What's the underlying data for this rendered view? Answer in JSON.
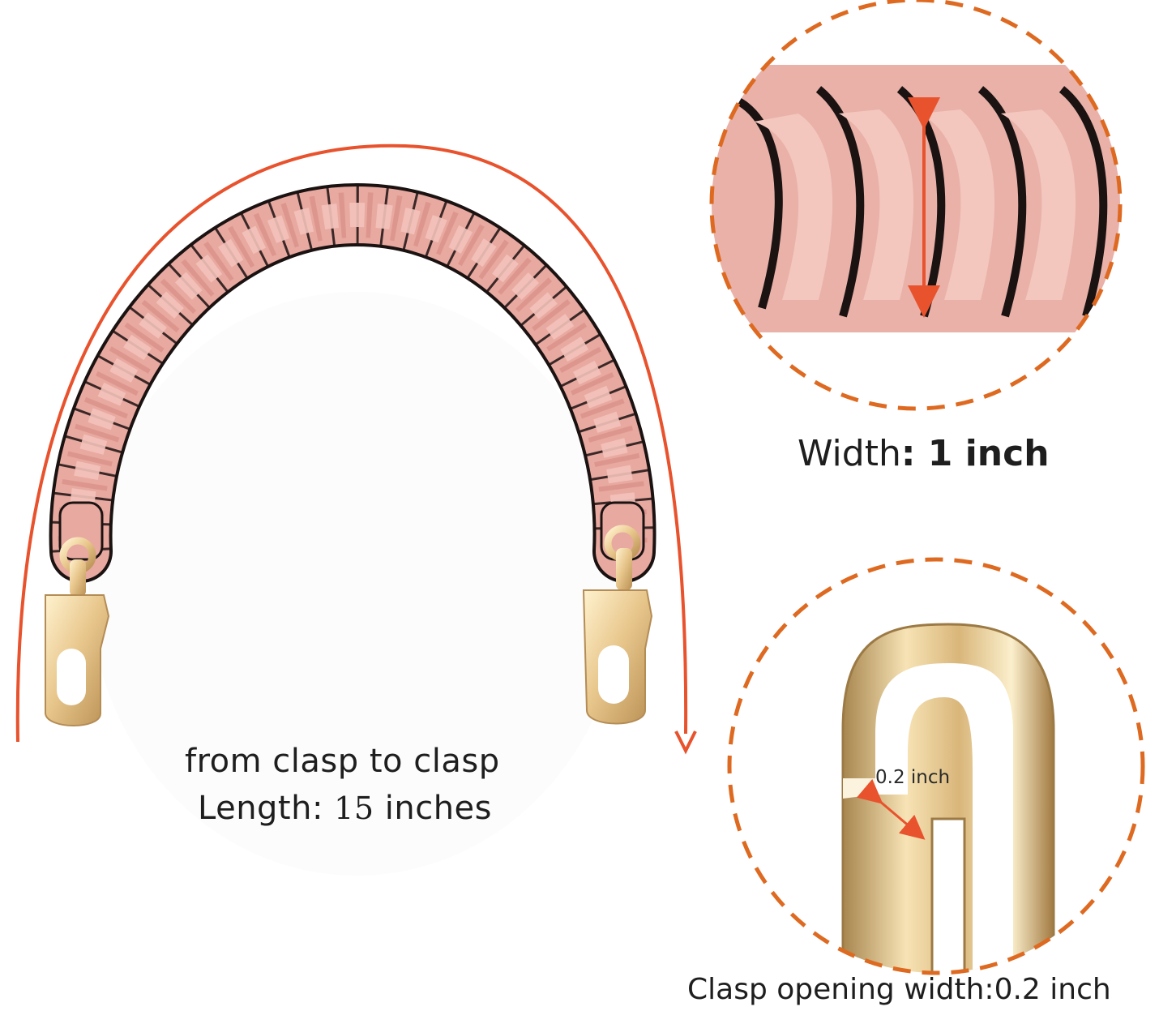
{
  "length_caption": {
    "line1": "from clasp to clasp",
    "line2_prefix": "Length: ",
    "line2_number": "15",
    "line2_suffix": " inches"
  },
  "width_caption": {
    "label": "Width",
    "separator": ": ",
    "value": "1 inch"
  },
  "clasp_caption": "Clasp opening width:0.2 inch",
  "clasp_detail_label": "0.2   inch",
  "colors": {
    "leather_pink": "#e8a9a0",
    "leather_edge": "#1b1212",
    "gold_hardware": "#e4c28f",
    "arrow_orange": "#e8522d",
    "dashed_circle": "#de6a21"
  },
  "icons": [
    "length-arc-arrow",
    "width-double-arrow",
    "clasp-gap-double-arrow"
  ]
}
